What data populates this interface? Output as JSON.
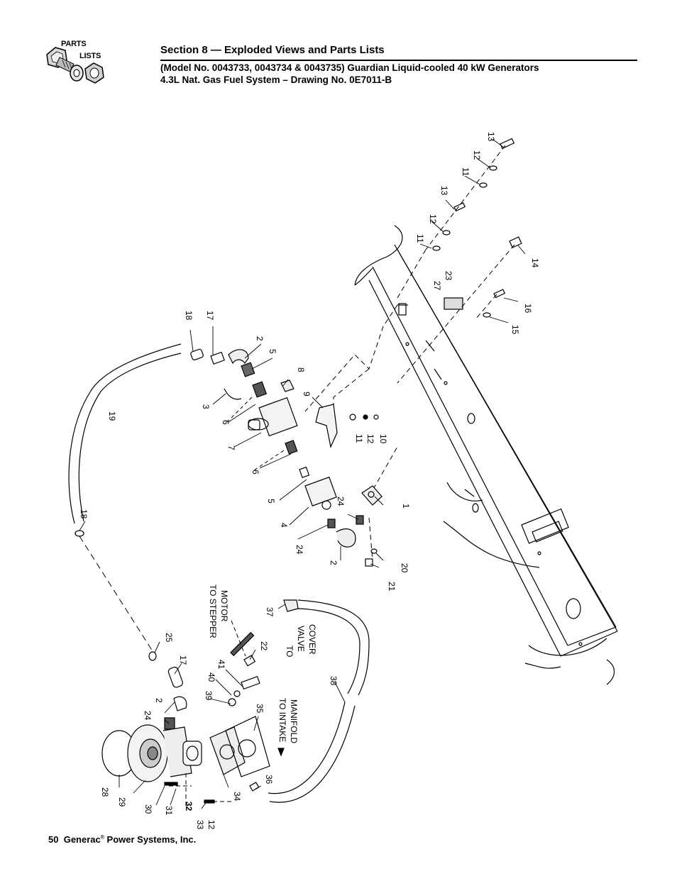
{
  "logo": {
    "line1": "PARTS",
    "line2": "LISTS"
  },
  "header": {
    "section_title": "Section 8 — Exploded Views and Parts Lists",
    "model_line": "(Model No. 0043733, 0043734 & 0043735) Guardian Liquid-cooled 40 kW Generators",
    "drawing_line": "4.3L Nat. Gas Fuel System – Drawing No. 0E7011-B"
  },
  "footer": {
    "page_number": "50",
    "company": "Generac",
    "company_rest": " Power Systems, Inc."
  },
  "notes": {
    "stepper_1": "TO STEPPER",
    "stepper_2": "MOTOR",
    "valve_1": "TO",
    "valve_2": "VALVE",
    "valve_3": "COVER",
    "intake_1": "TO INTAKE",
    "intake_2": "MANIFOLD"
  },
  "callouts": {
    "c13a": "13",
    "c12a": "12",
    "c11a": "11",
    "c13b": "13",
    "c12b": "12",
    "c11b": "11",
    "c14": "14",
    "c23": "23",
    "c27": "27",
    "c16": "16",
    "c15": "15",
    "c18a": "18",
    "c17a": "17",
    "c2a": "2",
    "c5a": "5",
    "c8": "8",
    "c3": "3",
    "c9": "9",
    "c6a": "6",
    "c7": "7",
    "c11c": "11",
    "c12c": "12",
    "c10": "10",
    "c19": "19",
    "c6b": "6",
    "c5b": "5",
    "c24a": "24",
    "c1": "1",
    "c4": "4",
    "c18b": "18",
    "c24b": "24",
    "c2b": "2",
    "c20": "20",
    "c21": "21",
    "c37": "37",
    "c22": "22",
    "c25": "25",
    "c17b": "17",
    "c41": "41",
    "c40": "40",
    "c39": "39",
    "c38": "38",
    "c2c": "2",
    "c24c": "24",
    "c35": "35",
    "c28": "28",
    "c29": "29",
    "c30": "30",
    "c31": "31",
    "c32": "32",
    "c33": "33",
    "c12d": "12",
    "c34": "34",
    "c36": "36"
  }
}
